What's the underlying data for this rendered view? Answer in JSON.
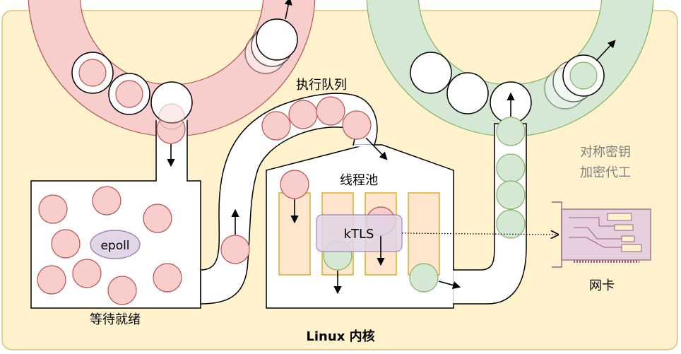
{
  "labels": {
    "execution_queue": "执行队列",
    "thread_pool": "线程池",
    "waiting_ready": "等待就绪",
    "kernel": "Linux 内核",
    "crypto_offload_line1": "对称密钥",
    "crypto_offload_line2": "加密代工",
    "nic": "网卡",
    "epoll": "epoll",
    "ktls": "kTLS"
  },
  "colors": {
    "kernel_fill": "#fff2cc",
    "kernel_stroke": "#d6b656",
    "red_fill": "#f8cecc",
    "red_stroke": "#b85450",
    "green_fill": "#d5e8d4",
    "green_stroke": "#82b366",
    "worker_fill": "#ffe6cc",
    "worker_stroke": "#d79b00",
    "overlay_fill": "#e1d5e7",
    "overlay_stroke": "#9673a6",
    "nic_fill": "#e6d0de",
    "nic_stroke": "#996185",
    "muted_text": "#808080"
  }
}
